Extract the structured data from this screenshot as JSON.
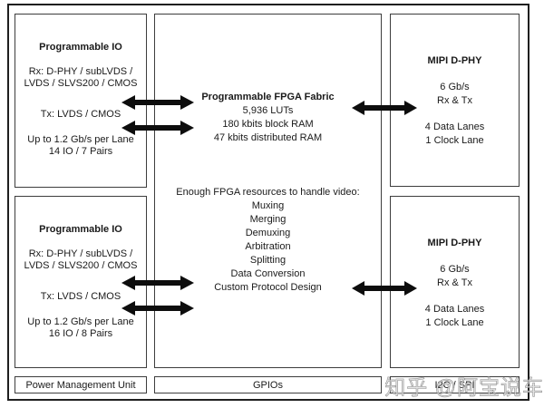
{
  "pio_top": {
    "title": "Programmable IO",
    "rx_line1": "Rx: D-PHY / subLVDS /",
    "rx_line2": "LVDS / SLVS200 / CMOS",
    "tx": "Tx: LVDS / CMOS",
    "speed": "Up to 1.2 Gb/s per Lane",
    "pairs": "14 IO / 7 Pairs"
  },
  "pio_bottom": {
    "title": "Programmable IO",
    "rx_line1": "Rx: D-PHY / subLVDS /",
    "rx_line2": "LVDS / SLVS200 / CMOS",
    "tx": "Tx: LVDS / CMOS",
    "speed": "Up to 1.2 Gb/s per Lane",
    "pairs": "16 IO / 8 Pairs"
  },
  "fabric": {
    "title": "Programmable FPGA Fabric",
    "luts": "5,936 LUTs",
    "block_ram": "180 kbits block RAM",
    "dist_ram": "47 kbits distributed RAM",
    "video_intro": "Enough FPGA resources to handle video:",
    "video_items": [
      "Muxing",
      "Merging",
      "Demuxing",
      "Arbitration",
      "Splitting",
      "Data Conversion",
      "Custom Protocol Design"
    ]
  },
  "mipi_top": {
    "title": "MIPI D-PHY",
    "speed": "6 Gb/s",
    "rxtx": "Rx & Tx",
    "data_lanes": "4 Data Lanes",
    "clock_lane": "1 Clock Lane"
  },
  "mipi_bottom": {
    "title": "MIPI D-PHY",
    "speed": "6 Gb/s",
    "rxtx": "Rx & Tx",
    "data_lanes": "4 Data Lanes",
    "clock_lane": "1 Clock Lane"
  },
  "bottom_bar": {
    "pmu": "Power Management Unit",
    "gpios": "GPIOs",
    "i2c_spi": "I2C / SPI"
  },
  "watermark": "知乎 @阿宝说车",
  "colors": {
    "outer_border": "#1f1f1f",
    "box_border": "#3d3d3d",
    "text": "#1a1a1a",
    "arrow": "#0d0d0d",
    "watermark_gray": "#8a8a8a",
    "background": "#ffffff"
  }
}
